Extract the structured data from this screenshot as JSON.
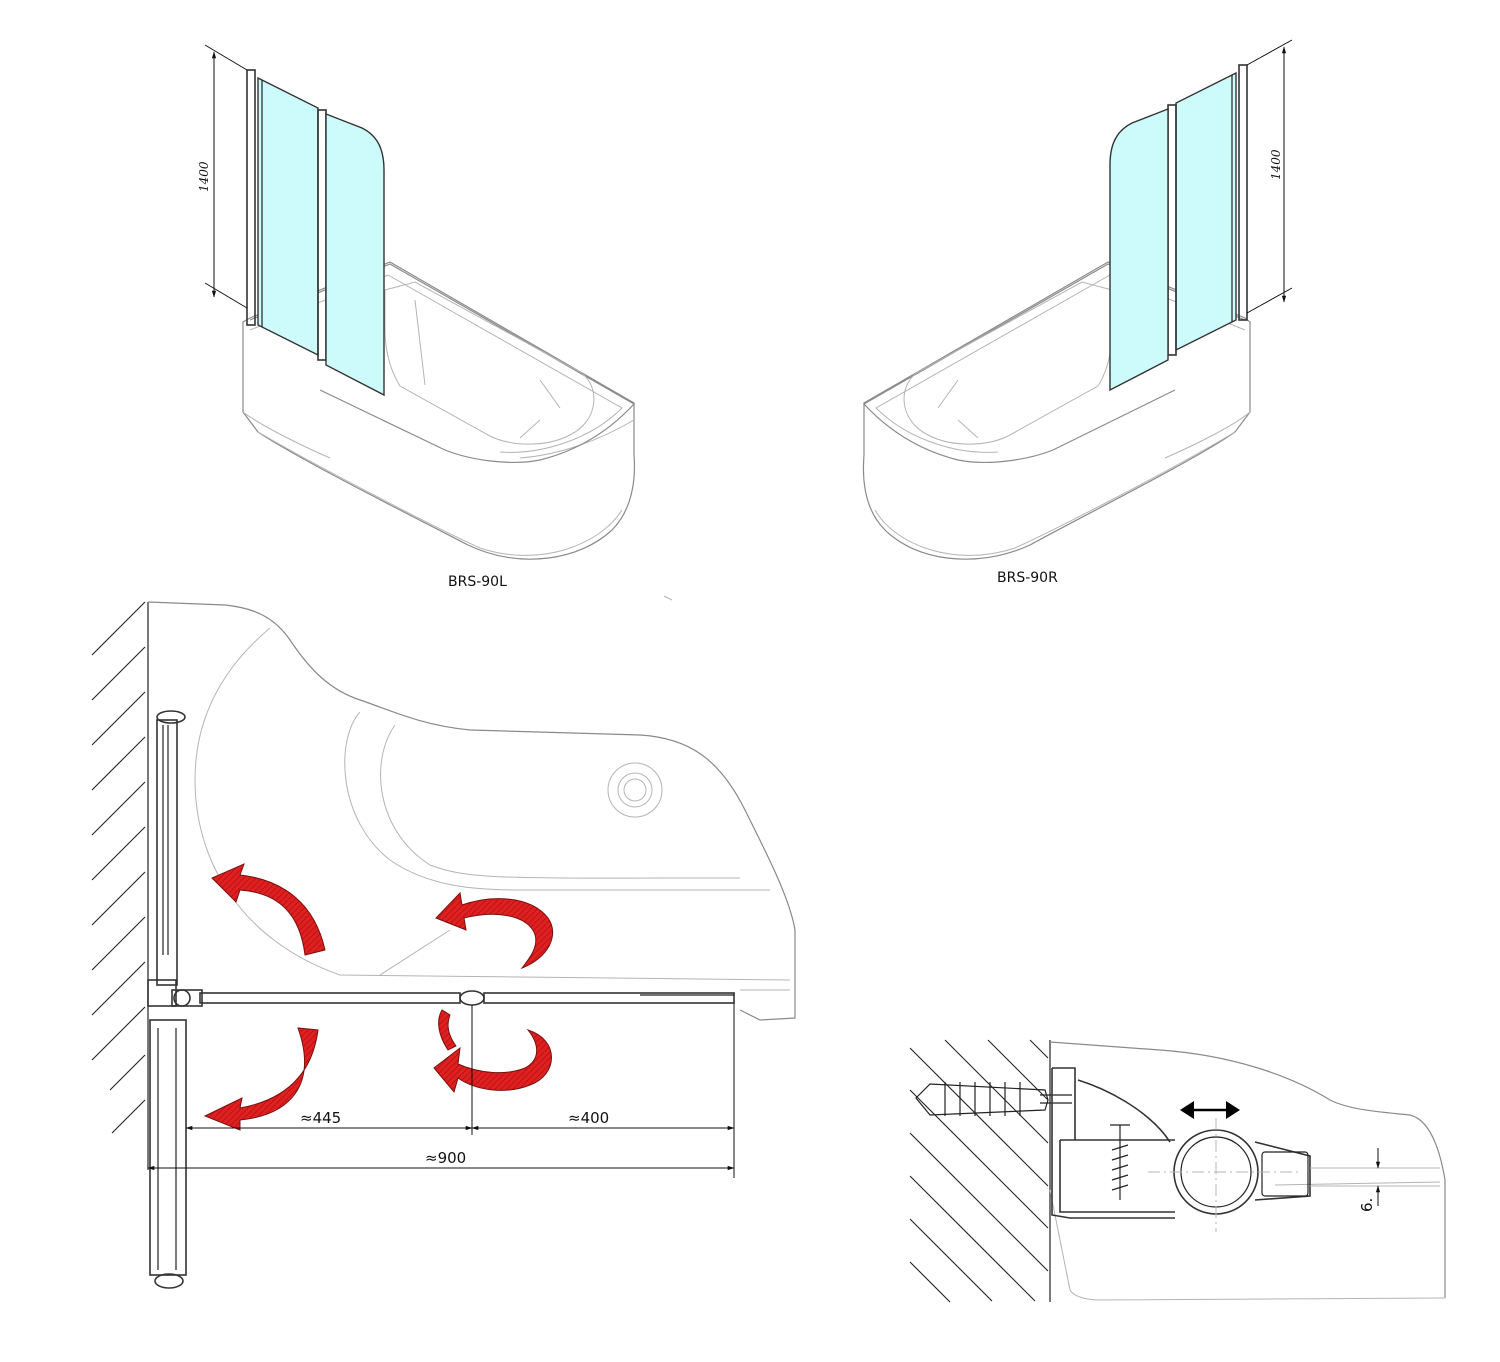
{
  "labels": {
    "left_model": "BRS-90L",
    "right_model": "BRS-90R"
  },
  "dimensions": {
    "height_left": "1400",
    "height_right": "1400",
    "segment_1": "≈445",
    "segment_2": "≈400",
    "total_width": "≈900",
    "gap_detail": "6."
  },
  "colors": {
    "glass": "#cdfbfb",
    "arrow": "#e02020",
    "line": "#8a8a8a"
  },
  "icons": {
    "rotation_arrows": "curved-arrow-icon",
    "adjust": "double-arrow-icon"
  }
}
